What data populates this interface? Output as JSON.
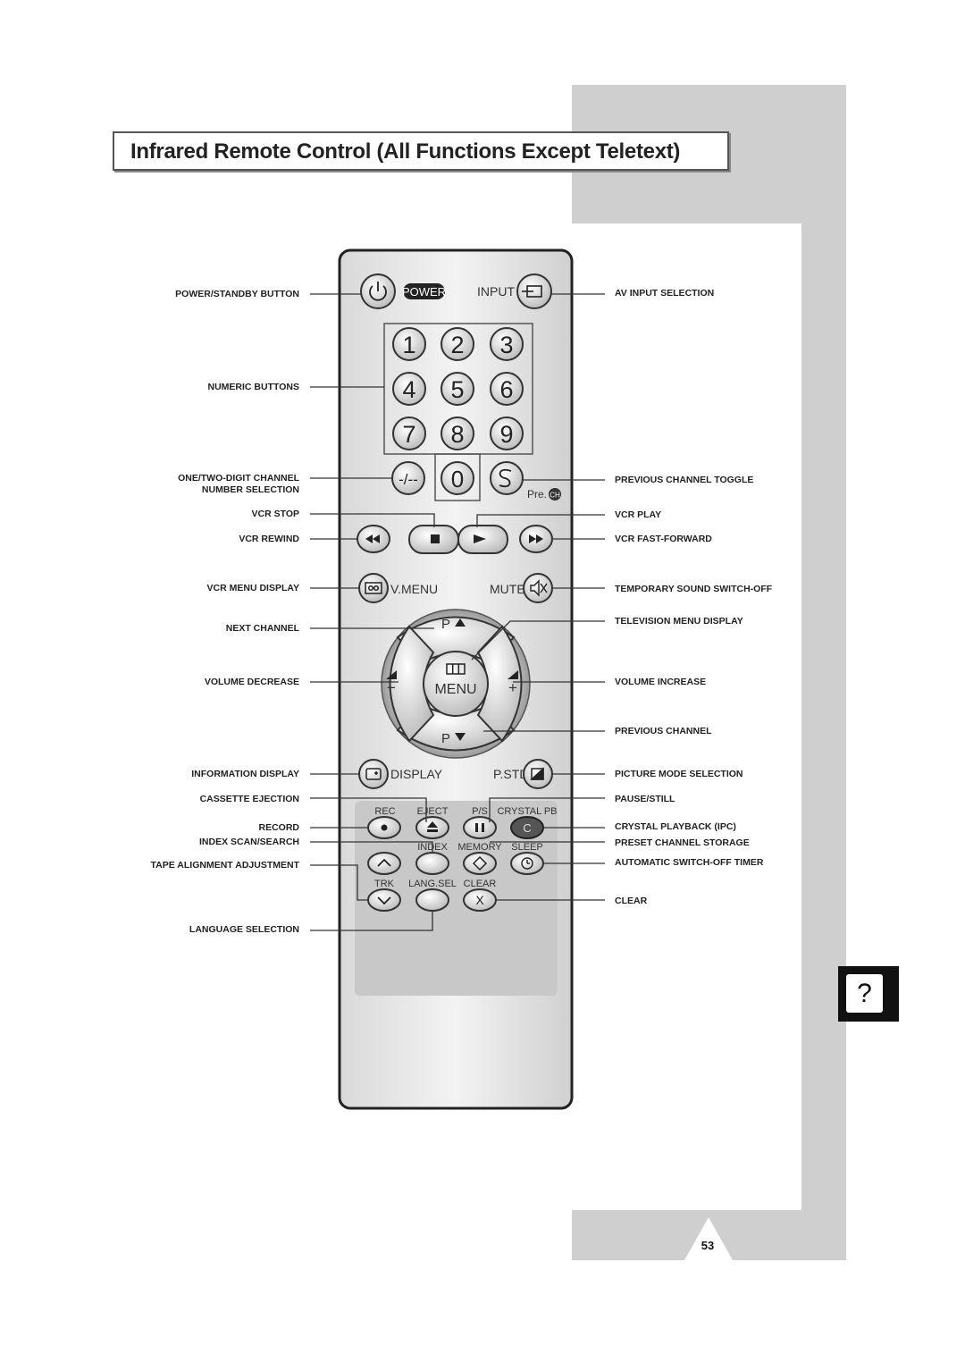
{
  "page": {
    "title": "Infrared Remote Control (All Functions Except Teletext)",
    "page_number": "53",
    "help_icon": "?"
  },
  "labels_left": [
    "POWER/STANDBY BUTTON",
    "NUMERIC BUTTONS",
    "ONE/TWO-DIGIT CHANNEL",
    "NUMBER SELECTION",
    "VCR STOP",
    "VCR REWIND",
    "VCR MENU DISPLAY",
    "NEXT CHANNEL",
    "VOLUME DECREASE",
    "INFORMATION DISPLAY",
    "CASSETTE EJECTION",
    "RECORD",
    "INDEX SCAN/SEARCH",
    "TAPE ALIGNMENT ADJUSTMENT",
    "LANGUAGE SELECTION"
  ],
  "labels_right": [
    "AV INPUT SELECTION",
    "PREVIOUS CHANNEL TOGGLE",
    "VCR PLAY",
    "VCR FAST-FORWARD",
    "TEMPORARY SOUND SWITCH-OFF",
    "TELEVISION MENU DISPLAY",
    "VOLUME INCREASE",
    "PREVIOUS CHANNEL",
    "PICTURE MODE SELECTION",
    "PAUSE/STILL",
    "CRYSTAL PLAYBACK (IPC)",
    "PRESET CHANNEL STORAGE",
    "AUTOMATIC SWITCH-OFF TIMER",
    "CLEAR"
  ],
  "remote": {
    "power": "POWER",
    "input": "INPUT",
    "digits": [
      "1",
      "2",
      "3",
      "4",
      "5",
      "6",
      "7",
      "8",
      "9"
    ],
    "dash": "-/--",
    "zero": "0",
    "prech": "Pre.",
    "ch": "CH",
    "vmenu": "V.MENU",
    "mute": "MUTE",
    "p_up": "P",
    "p_down": "P",
    "menu": "MENU",
    "vol_minus": "−",
    "vol_plus": "+",
    "display": "DISPLAY",
    "pstd": "P.STD",
    "rec": "REC",
    "eject": "EJECT",
    "ps": "P/S",
    "crystal": "CRYSTAL PB",
    "crystal_sym": "C",
    "index": "INDEX",
    "memory": "MEMORY",
    "sleep": "SLEEP",
    "trk": "TRK",
    "langsel": "LANG.SEL",
    "clear": "CLEAR",
    "clear_x": "X"
  }
}
